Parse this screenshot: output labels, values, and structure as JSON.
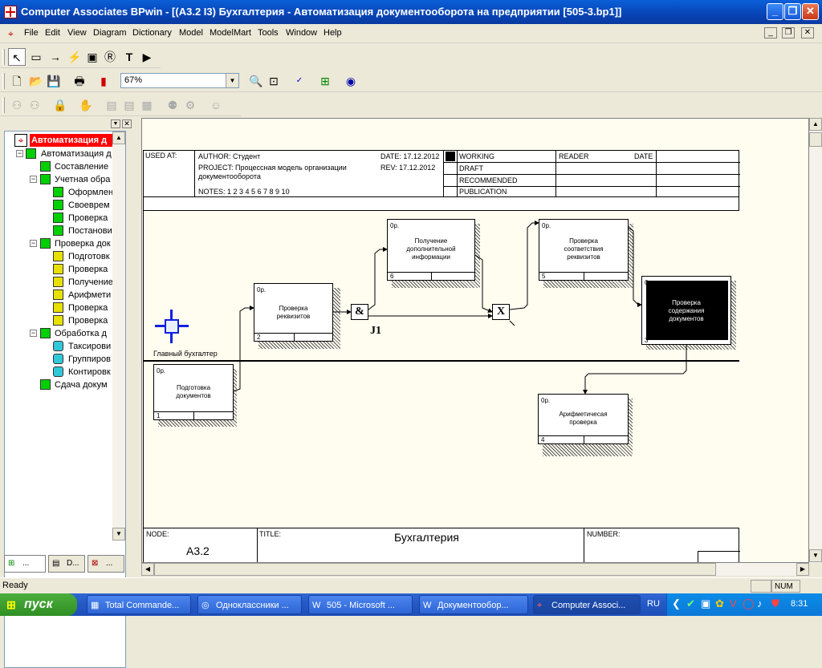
{
  "window": {
    "title": "Computer Associates BPwin - [(A3.2 I3) Бухгалтерия - Автоматизация документооборота на предприятии  [505-3.bp1]]"
  },
  "menu": [
    "File",
    "Edit",
    "View",
    "Diagram",
    "Dictionary",
    "Model",
    "ModelMart",
    "Tools",
    "Window",
    "Help"
  ],
  "toolbar2": {
    "zoom": "67%"
  },
  "tree": {
    "items": [
      {
        "label": "Автоматизация д",
        "level": 0
      },
      {
        "label": "Автоматизация д",
        "level": 1
      },
      {
        "label": "Составление",
        "level": 2
      },
      {
        "label": "Учетная обра",
        "level": 2
      },
      {
        "label": "Оформлен",
        "level": 3
      },
      {
        "label": "Своеврем",
        "level": 3
      },
      {
        "label": "Проверка",
        "level": 3
      },
      {
        "label": "Постанови",
        "level": 3
      },
      {
        "label": "Проверка док",
        "level": 2
      },
      {
        "label": "Подготовк",
        "level": 3
      },
      {
        "label": "Проверка",
        "level": 3
      },
      {
        "label": "Получение",
        "level": 3
      },
      {
        "label": "Арифмети",
        "level": 3
      },
      {
        "label": "Проверка",
        "level": 3
      },
      {
        "label": "Проверка",
        "level": 3
      },
      {
        "label": "Обработка д",
        "level": 2
      },
      {
        "label": "Таксирови",
        "level": 3
      },
      {
        "label": "Группиров",
        "level": 3
      },
      {
        "label": "Контировк",
        "level": 3
      },
      {
        "label": "Сдача докум",
        "level": 2
      }
    ],
    "tabs": [
      "...",
      "D...",
      "..."
    ]
  },
  "diagram": {
    "header": {
      "used_at": "USED AT:",
      "author": "AUTHOR:  Студент",
      "project1": "PROJECT:  Процессная модель организации",
      "project2": "документооборота",
      "notes": "NOTES:  1  2  3  4  5  6  7  8  9  10",
      "date": "DATE: 17.12.2012",
      "rev": "REV:   17.12.2012",
      "working": "WORKING",
      "draft": "DRAFT",
      "recommended": "RECOMMENDED",
      "publication": "PUBLICATION",
      "reader": "READER",
      "date2": "DATE"
    },
    "role": "Главный бухгалтер",
    "op": "0р.",
    "boxes": {
      "b1": {
        "label": "Подготовка документов",
        "num": "1"
      },
      "b2": {
        "label": "Проверка реквизитов",
        "num": "2"
      },
      "b3": {
        "label": "Проверка содержания документов",
        "num": "3"
      },
      "b4": {
        "label": "Арифметичесая проверка",
        "num": "4"
      },
      "b5": {
        "label": "Проверка соответствия реквизитов",
        "num": "5"
      },
      "b6": {
        "label": "Получение дополнительной информации",
        "num": "6"
      }
    },
    "junctions": {
      "and": "&",
      "xor": "X",
      "j1": "J1"
    },
    "footer": {
      "node_label": "NODE:",
      "node": "A3.2",
      "title_label": "TITLE:",
      "title": "Бухгалтерия",
      "number_label": "NUMBER:"
    }
  },
  "status": {
    "text": "Ready",
    "num": "NUM"
  },
  "taskbar": {
    "start": "пуск",
    "tasks": [
      "Total Commande...",
      "Одноклассники ...",
      "505 - Microsoft ...",
      "Документообор...",
      "Computer Associ..."
    ],
    "lang": "RU",
    "time": "8:31"
  },
  "colors": {
    "tree_highlight": "#ff0000",
    "titlebar": "#0a5fd8",
    "taskbar": "#2458c4"
  }
}
